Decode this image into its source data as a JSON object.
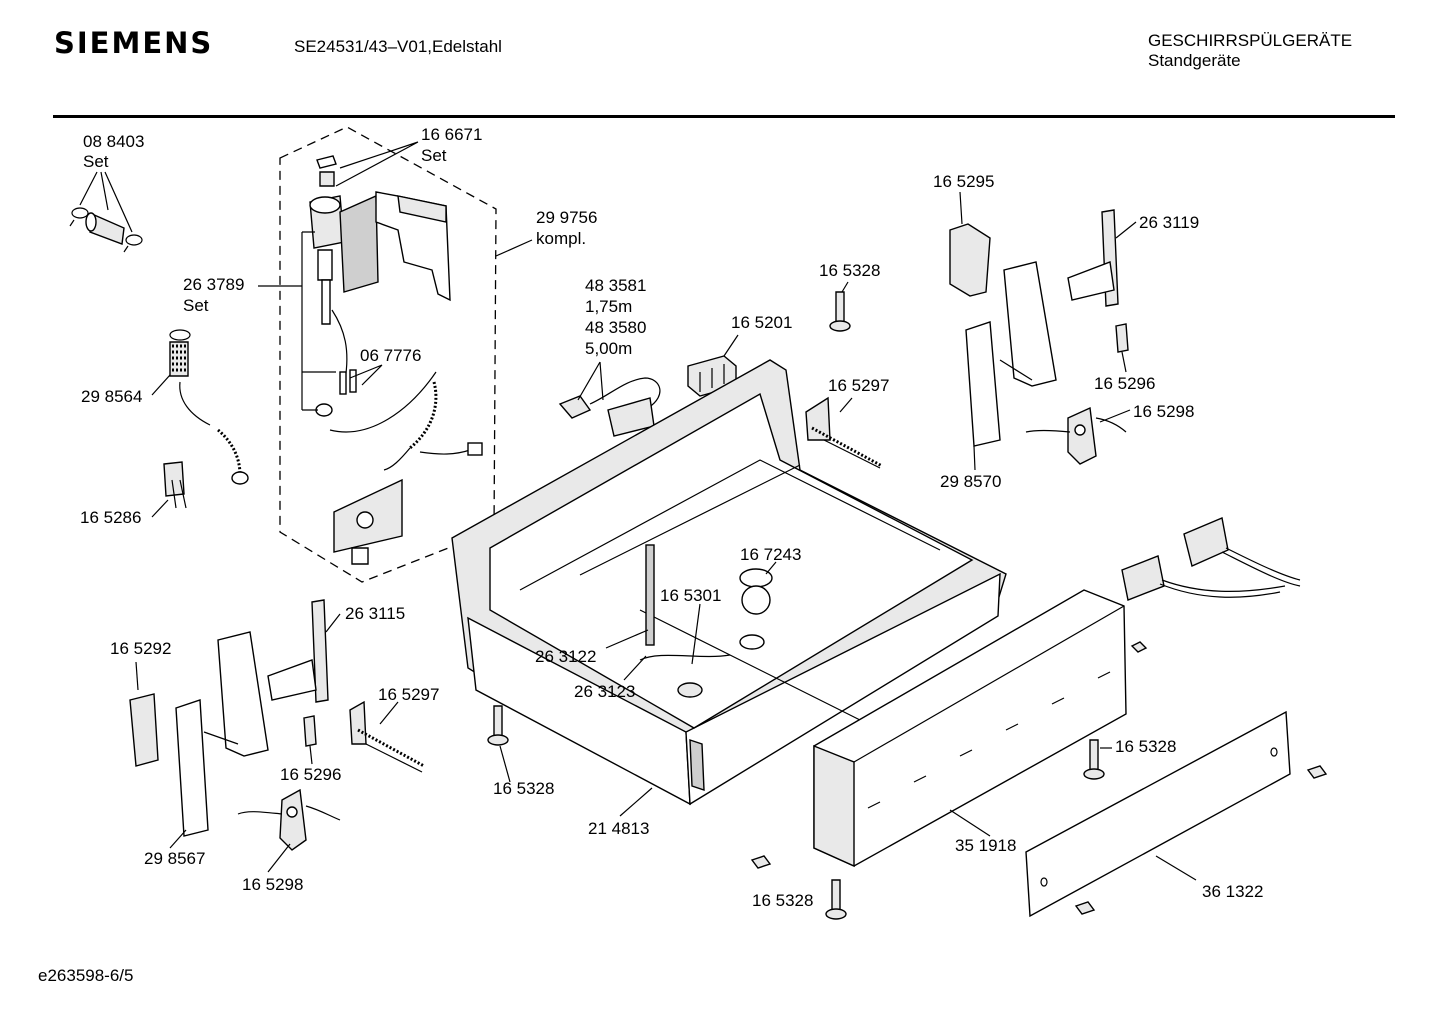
{
  "header": {
    "brand": "SIEMENS",
    "model": "SE24531/43–V01,Edelstahl",
    "category_line1": "GESCHIRRSPÜLGERÄTE",
    "category_line2": "Standgeräte"
  },
  "footer": {
    "doc_id": "e263598-6/5"
  },
  "part_labels": {
    "p088403": "08 8403",
    "p088403_note": "Set",
    "p166671": "16 6671",
    "p166671_note": "Set",
    "p299756": "29 9756",
    "p299756_note": "kompl.",
    "p263789": "26 3789",
    "p263789_note": "Set",
    "p298564": "29 8564",
    "p067776": "06 7776",
    "p165286": "16 5286",
    "p483581": "48 3581",
    "len_175": "1,75m",
    "p483580": "48 3580",
    "len_500": "5,00m",
    "p165201": "16 5201",
    "p165328_top": "16 5328",
    "p165297_top": "16 5297",
    "p165295": "16 5295",
    "p263119": "26 3119",
    "p165296_right": "16 5296",
    "p165298_right": "16 5298",
    "p298570": "29 8570",
    "p167243": "16 7243",
    "p165301": "16 5301",
    "p263122": "26 3122",
    "p263123": "26 3123",
    "p263115": "26 3115",
    "p165292": "16 5292",
    "p165297_left": "16 5297",
    "p165296_left": "16 5296",
    "p298567": "29 8567",
    "p165298_left": "16 5298",
    "p165328_mid": "16 5328",
    "p214813": "21 4813",
    "p165328_right": "16 5328",
    "p351918": "35 1918",
    "p361322": "36 1322",
    "p165328_bottom": "16 5328"
  }
}
